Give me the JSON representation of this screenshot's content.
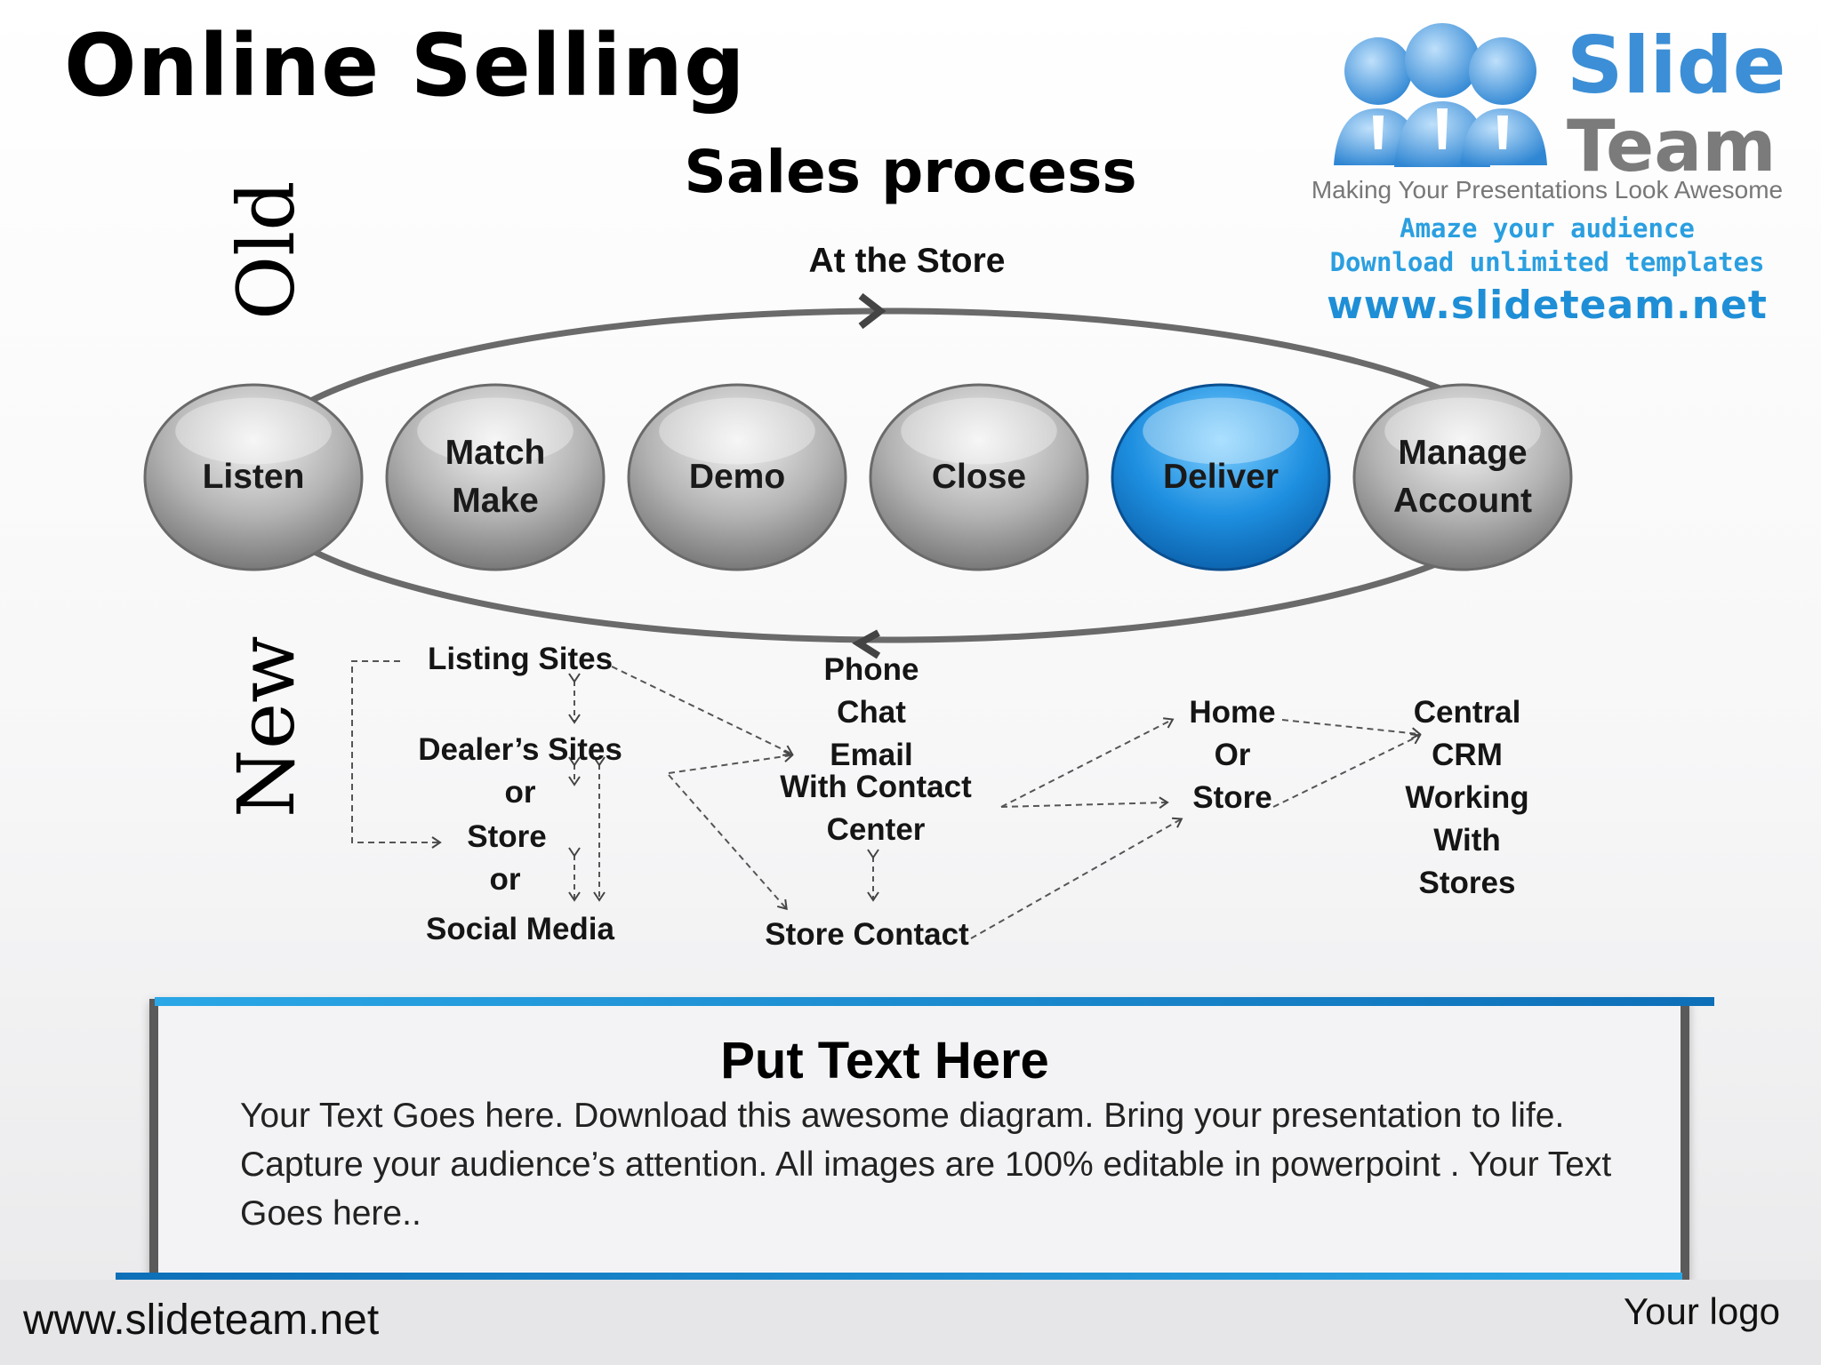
{
  "title": "Online Selling",
  "subtitle": "Sales process",
  "labels": {
    "old": "Old",
    "new": "New"
  },
  "cycle_label": "At the Store",
  "stages": [
    {
      "label": "Listen",
      "highlighted": false
    },
    {
      "label": "Match\nMake",
      "highlighted": false
    },
    {
      "label": "Demo",
      "highlighted": false
    },
    {
      "label": "Close",
      "highlighted": false
    },
    {
      "label": "Deliver",
      "highlighted": true
    },
    {
      "label": "Manage\nAccount",
      "highlighted": false
    }
  ],
  "new_flow": {
    "listing_sites": "Listing Sites",
    "dealers_sites": "Dealer’s Sites",
    "or_1": "or",
    "store_1": "Store",
    "or_2": "or",
    "social_media": "Social Media",
    "contact_channels": "Phone\nChat\nEmail",
    "contact_center": "With Contact\nCenter",
    "store_contact": "Store Contact",
    "home_or_store": "Home\nOr\nStore",
    "central_crm": "Central\nCRM\nWorking\nWith\nStores"
  },
  "logo": {
    "slide": "Slide",
    "team": "Team",
    "tagline": "Making Your Presentations Look Awesome",
    "amaze": "Amaze your audience",
    "download": "Download unlimited templates",
    "url": "www.slideteam.net"
  },
  "panel": {
    "heading": "Put Text Here",
    "body": "Your Text Goes here. Download this awesome diagram. Bring your presentation to life. Capture your audience’s attention. All images are 100% editable in powerpoint . Your Text Goes here.."
  },
  "footer": {
    "url": "www.slideteam.net",
    "logo": "Your logo"
  },
  "colors": {
    "accent_blue": "#1f8fe0",
    "sphere_gray": "#9b9b9b",
    "brand_blue": "#3c8fd6"
  }
}
